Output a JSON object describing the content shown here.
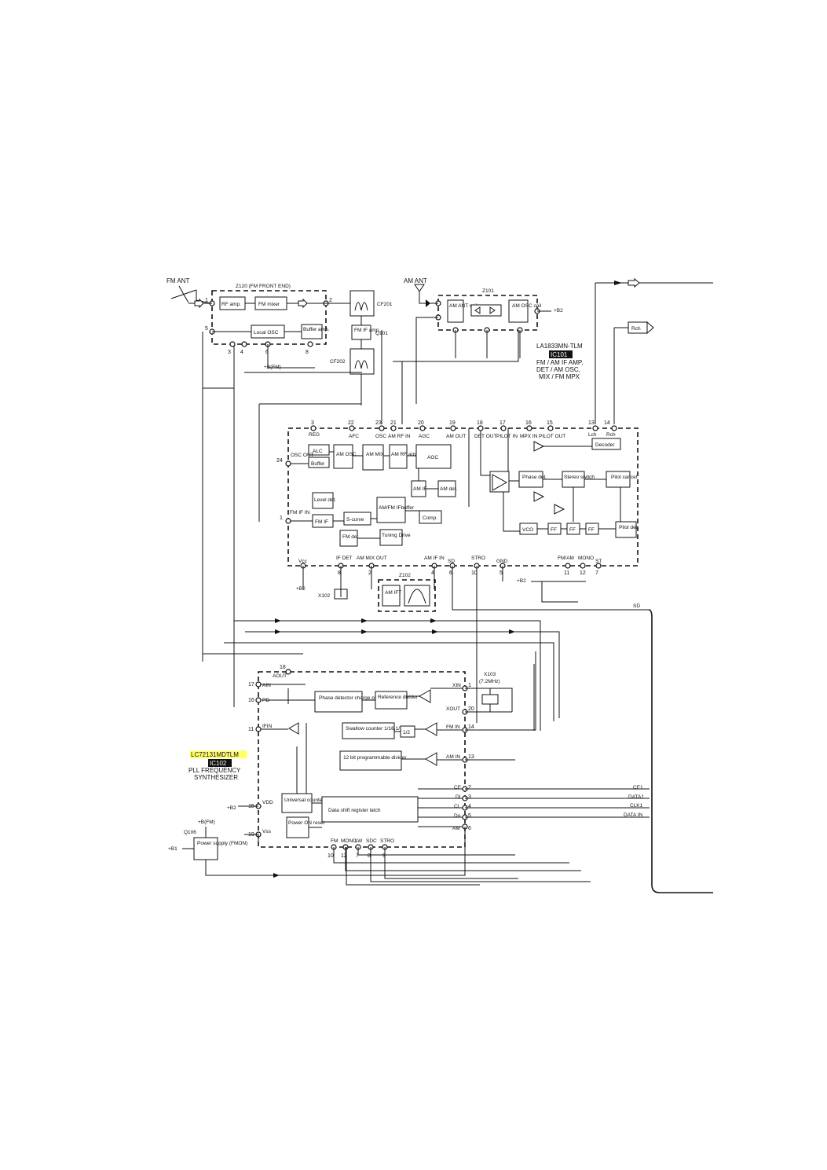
{
  "top": {
    "fm_ant": "FM ANT",
    "am_ant": "AM ANT",
    "z120": "Z120 (FM FRONT END)",
    "z101": "Z101",
    "cf201": "CF201",
    "cf202": "CF202",
    "q101": "Q101",
    "rch": "Rch",
    "b2": "+B2",
    "bfm": "+B(FM)",
    "rf_amp": "RF amp.",
    "fm_mixer": "FM mixer",
    "local_osc": "Local OSC",
    "buffer_amp": "Buffer amp.",
    "fm_if_amp": "FM IF amp.",
    "am_ant_coil": "AM ANT coil",
    "am_osc_coil": "AM OSC coil"
  },
  "ic101": {
    "part": "LA1833MN-TLM",
    "ref": "IC101",
    "desc1": "FM / AM IF AMP,",
    "desc2": "DET / AM OSC,",
    "desc3": "MIX / FM  MPX",
    "blocks": {
      "alc": "ALC",
      "buffer": "Buffer",
      "am_osc": "AM OSC",
      "am_mix": "AM MIX",
      "am_rf_amp": "AM RF amp.",
      "agc": "AGC",
      "am_if": "AM IF",
      "am_det": "AM det.",
      "level_det": "Level det.",
      "fm_if": "FM IF",
      "s_curve": "S-curve",
      "am_fm_if_buffer": "AM/FM IFbuffer",
      "comp": "Comp.",
      "fm_det": "FM det.",
      "tuning_drive": "Tuning Drive",
      "phase_det": "Phase det.",
      "stereo_switch": "Stereo switch",
      "pilot_cancel": "Pilot cancel",
      "decoder": "Decoder",
      "vco": "VCO",
      "ff": "FF",
      "pilot_det": "Pilot det."
    },
    "pins_top": [
      {
        "num": "3",
        "name": "REG"
      },
      {
        "num": "22",
        "name": "AFC"
      },
      {
        "num": "23",
        "name": "OSC"
      },
      {
        "num": "21",
        "name": "AM RF IN"
      },
      {
        "num": "20",
        "name": "AGC"
      },
      {
        "num": "19",
        "name": "AM OUT"
      },
      {
        "num": "18",
        "name": "DET OUT"
      },
      {
        "num": "17",
        "name": "PILOT IN"
      },
      {
        "num": "16",
        "name": "MPX IN"
      },
      {
        "num": "15",
        "name": "PILOT OUT"
      },
      {
        "num": "13",
        "name": "Lch"
      },
      {
        "num": "14",
        "name": "Rch"
      }
    ],
    "pins_bottom": [
      {
        "num": "",
        "name": "Vcc"
      },
      {
        "num": "8",
        "name": "IF DET"
      },
      {
        "num": "2",
        "name": "AM MIX OUT"
      },
      {
        "num": "4",
        "name": "AM IF IN"
      },
      {
        "num": "6",
        "name": "SD"
      },
      {
        "num": "10",
        "name": "STRO"
      },
      {
        "num": "5",
        "name": "GND"
      },
      {
        "num": "11",
        "name": "FM/AM"
      },
      {
        "num": "12",
        "name": "MONO"
      },
      {
        "num": "7",
        "name": "ST"
      }
    ],
    "pin24": {
      "num": "24",
      "name": "OSC OUT"
    },
    "pin1": {
      "num": "1",
      "name": "FM IF IN"
    },
    "z102": "Z102",
    "x102": "X102",
    "am_ift": "AM IFT",
    "b2": "+B2"
  },
  "ic102": {
    "part": "LC72131MDTLM",
    "ref": "IC102",
    "desc1": "PLL  FREQUENCY",
    "desc2": "SYNTHESIZER",
    "x103": "X103",
    "x103_freq": "(7.2MHz)",
    "blocks": {
      "phase_detector": "Phase detector charge pump",
      "reference_divider": "Reference divider",
      "swallow_counter": "Swallow counter 1/16,1/17  4bit",
      "half": "1/2",
      "programmable_divider": "12 bit programmable divider",
      "universal_counter": "Universal counter",
      "data_shift": "Data shift  register latch",
      "power_on_reset": "Power ON reset"
    },
    "pins_left": [
      {
        "num": "18",
        "name": "AOUT"
      },
      {
        "num": "17",
        "name": "AIN"
      },
      {
        "num": "16",
        "name": "PD"
      },
      {
        "num": "11",
        "name": "IFIN"
      },
      {
        "num": "15",
        "name": "VDD"
      },
      {
        "num": "19",
        "name": "Vss"
      }
    ],
    "pins_right": [
      {
        "num": "1",
        "name": "XIN"
      },
      {
        "num": "20",
        "name": "XOUT"
      },
      {
        "num": "14",
        "name": "FM IN"
      },
      {
        "num": "13",
        "name": "AM IN"
      },
      {
        "num": "2",
        "name": "CE"
      },
      {
        "num": "3",
        "name": "DI"
      },
      {
        "num": "4",
        "name": "CL"
      },
      {
        "num": "5",
        "name": "Do"
      },
      {
        "num": "6",
        "name": "AM"
      }
    ],
    "pins_bottom": [
      {
        "num": "10",
        "name": "FM"
      },
      {
        "num": "12",
        "name": "MONO"
      },
      {
        "num": "7",
        "name": "LW"
      },
      {
        "num": "8",
        "name": "SDC"
      },
      {
        "num": "9",
        "name": "STRO"
      }
    ],
    "b2": "+B2"
  },
  "signals": [
    "CE1",
    "DATA1",
    "CLK1",
    "DATA IN"
  ],
  "sd_label": "SD",
  "power": {
    "q106": "Q106",
    "supply": "Power supply (FMON)",
    "b1": "+B1",
    "bfm": "+B(FM)"
  }
}
